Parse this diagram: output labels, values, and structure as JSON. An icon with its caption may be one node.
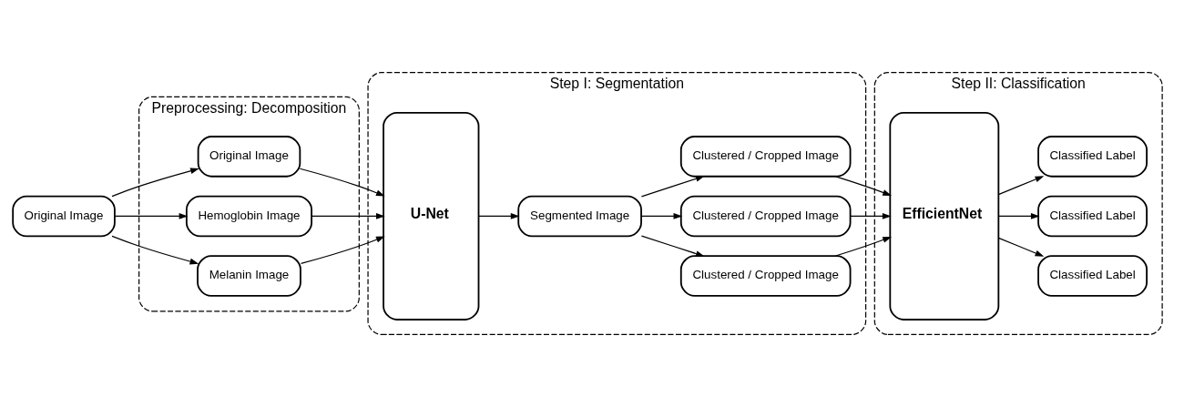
{
  "diagram": {
    "nodes": [
      {
        "text": [
          "Original Image"
        ]
      },
      {
        "text": [
          "Preprocessing: Decomposition"
        ]
      },
      {
        "text": [
          "Original Image"
        ],
        "in": 1
      },
      {
        "text": [
          "Hemoglobin Image"
        ],
        "in": 1
      },
      {
        "text": [
          "Melanin Image"
        ],
        "in": 1
      },
      {
        "text": [
          "Step I: Segmentation"
        ]
      },
      {
        "text": [
          "U-Net"
        ],
        "in": 5
      },
      {
        "text": [
          "Segmented Image"
        ],
        "in": 5
      },
      {
        "text": [
          "Clustered / Cropped Image"
        ],
        "in": 5
      },
      {
        "text": [
          "Clustered / Cropped Image"
        ],
        "in": 5
      },
      {
        "text": [
          "Clustered / Cropped Image"
        ],
        "in": 5
      },
      {
        "text": [
          "Step II: Classification"
        ]
      },
      {
        "text": [
          "EfficientNet"
        ],
        "in": 11
      },
      {
        "text": [
          "Classified Label"
        ],
        "in": 11
      },
      {
        "text": [
          "Classified Label"
        ],
        "in": 11
      },
      {
        "text": [
          "Classified Label"
        ],
        "in": 11
      }
    ],
    "edges": [
      {
        "from": 0,
        "to": 2,
        "arrow": "to"
      },
      {
        "from": 0,
        "to": 3,
        "arrow": "to"
      },
      {
        "from": 0,
        "to": 4,
        "arrow": "to"
      },
      {
        "from": 2,
        "to": 6,
        "arrow": "to"
      },
      {
        "from": 3,
        "to": 6,
        "arrow": "to"
      },
      {
        "from": 4,
        "to": 6,
        "arrow": "to"
      },
      {
        "from": 6,
        "to": 7,
        "arrow": "to"
      },
      {
        "from": 7,
        "to": 8,
        "arrow": "to"
      },
      {
        "from": 7,
        "to": 9,
        "arrow": "to"
      },
      {
        "from": 7,
        "to": 10,
        "arrow": "to"
      },
      {
        "from": 8,
        "to": 12,
        "arrow": "to"
      },
      {
        "from": 9,
        "to": 12,
        "arrow": "to"
      },
      {
        "from": 10,
        "to": 12,
        "arrow": "to"
      },
      {
        "from": 12,
        "to": 13,
        "arrow": "to"
      },
      {
        "from": 12,
        "to": 14,
        "arrow": "to"
      },
      {
        "from": 12,
        "to": 15,
        "arrow": "to"
      }
    ]
  }
}
